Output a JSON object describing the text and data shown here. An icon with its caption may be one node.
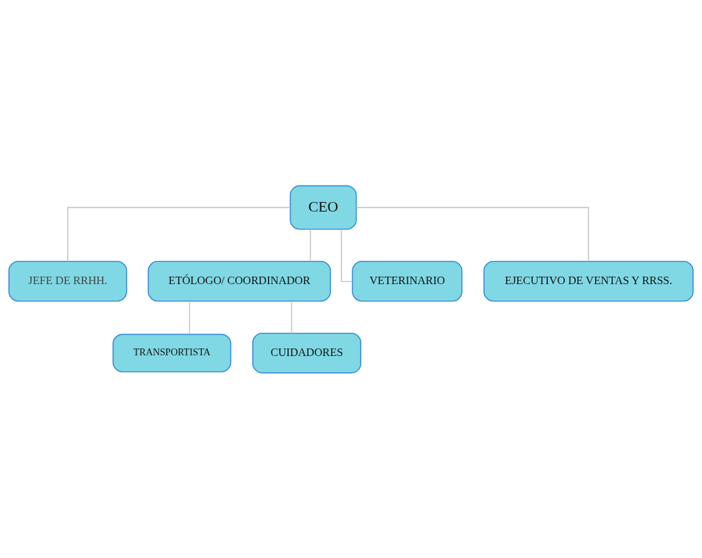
{
  "diagram": {
    "nodes": [
      {
        "text": [
          "CEO"
        ]
      },
      {
        "text": [
          "JEFE DE RRHH."
        ]
      },
      {
        "text": [
          "ETÓLOGO/ COORDINADOR"
        ]
      },
      {
        "text": [
          "VETERINARIO"
        ]
      },
      {
        "text": [
          "EJECUTIVO DE VENTAS Y RRSS."
        ]
      },
      {
        "text": [
          "TRANSPORTISTA"
        ]
      },
      {
        "text": [
          "CUIDADORES"
        ]
      }
    ],
    "edges": [
      {
        "from": 0,
        "to": 1,
        "arrow": "none"
      },
      {
        "from": 0,
        "to": 2,
        "arrow": "none"
      },
      {
        "from": 0,
        "to": 3,
        "arrow": "none"
      },
      {
        "from": 0,
        "to": 4,
        "arrow": "none"
      },
      {
        "from": 2,
        "to": 5,
        "arrow": "none"
      },
      {
        "from": 2,
        "to": 6,
        "arrow": "none"
      }
    ]
  }
}
